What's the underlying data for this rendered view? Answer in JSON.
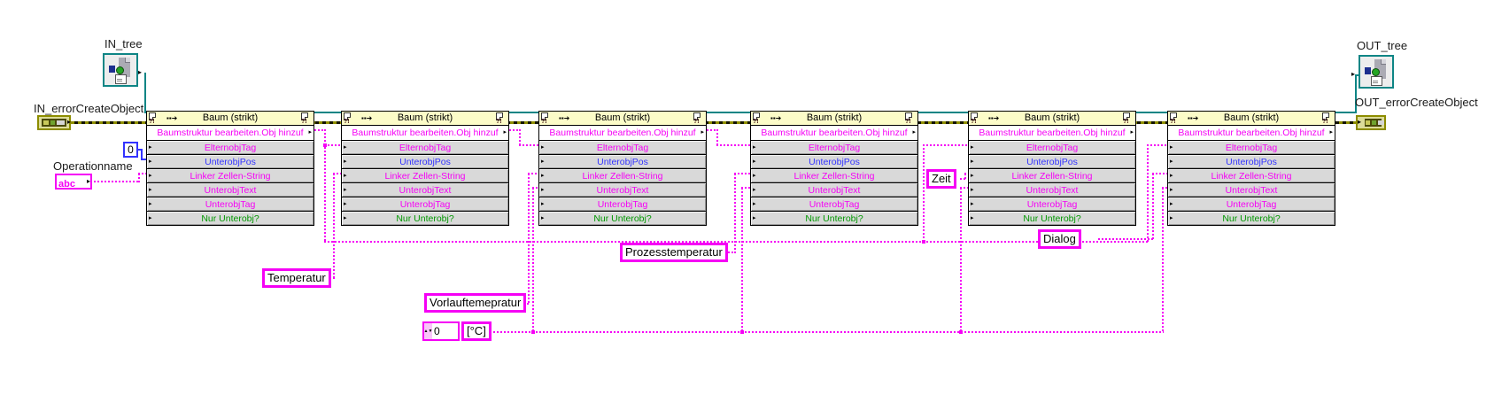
{
  "terminals": {
    "in_tree": {
      "label": "IN_tree"
    },
    "in_error": {
      "label": "IN_errorCreateObject"
    },
    "out_tree": {
      "label": "OUT_tree"
    },
    "out_error": {
      "label": "OUT_errorCreateObject"
    },
    "operation_name": {
      "label": "Operationname",
      "value": "abc"
    }
  },
  "constants": {
    "unterobj_pos_0": {
      "value": "0"
    },
    "temperatur": {
      "value": "Temperatur"
    },
    "vorlauftemepratur": {
      "value": "Vorlauftemepratur"
    },
    "unit_count": {
      "value": "0"
    },
    "unit": {
      "value": "[°C]"
    },
    "prozesstemperatur": {
      "value": "Prozesstemperatur"
    },
    "zeit": {
      "value": "Zeit"
    },
    "dialog": {
      "value": "Dialog"
    }
  },
  "invoke_nodes": [
    {
      "title": "Baum (strikt)",
      "method": "Baumstruktur bearbeiten.Obj hinzuf",
      "params": [
        {
          "label": "ElternobjTag",
          "type": "string"
        },
        {
          "label": "UnterobjPos",
          "type": "int"
        },
        {
          "label": "Linker Zellen-String",
          "type": "string"
        },
        {
          "label": "UnterobjText",
          "type": "string"
        },
        {
          "label": "UnterobjTag",
          "type": "string"
        },
        {
          "label": "Nur Unterobj?",
          "type": "bool"
        }
      ]
    },
    {
      "title": "Baum (strikt)",
      "method": "Baumstruktur bearbeiten.Obj hinzuf",
      "params": [
        {
          "label": "ElternobjTag",
          "type": "string"
        },
        {
          "label": "UnterobjPos",
          "type": "int"
        },
        {
          "label": "Linker Zellen-String",
          "type": "string"
        },
        {
          "label": "UnterobjText",
          "type": "string"
        },
        {
          "label": "UnterobjTag",
          "type": "string"
        },
        {
          "label": "Nur Unterobj?",
          "type": "bool"
        }
      ]
    },
    {
      "title": "Baum (strikt)",
      "method": "Baumstruktur bearbeiten.Obj hinzuf",
      "params": [
        {
          "label": "ElternobjTag",
          "type": "string"
        },
        {
          "label": "UnterobjPos",
          "type": "int"
        },
        {
          "label": "Linker Zellen-String",
          "type": "string"
        },
        {
          "label": "UnterobjText",
          "type": "string"
        },
        {
          "label": "UnterobjTag",
          "type": "string"
        },
        {
          "label": "Nur Unterobj?",
          "type": "bool"
        }
      ]
    },
    {
      "title": "Baum (strikt)",
      "method": "Baumstruktur bearbeiten.Obj hinzuf",
      "params": [
        {
          "label": "ElternobjTag",
          "type": "string"
        },
        {
          "label": "UnterobjPos",
          "type": "int"
        },
        {
          "label": "Linker Zellen-String",
          "type": "string"
        },
        {
          "label": "UnterobjText",
          "type": "string"
        },
        {
          "label": "UnterobjTag",
          "type": "string"
        },
        {
          "label": "Nur Unterobj?",
          "type": "bool"
        }
      ]
    },
    {
      "title": "Baum (strikt)",
      "method": "Baumstruktur bearbeiten.Obj hinzuf",
      "params": [
        {
          "label": "ElternobjTag",
          "type": "string"
        },
        {
          "label": "UnterobjPos",
          "type": "int"
        },
        {
          "label": "Linker Zellen-String",
          "type": "string"
        },
        {
          "label": "UnterobjText",
          "type": "string"
        },
        {
          "label": "UnterobjTag",
          "type": "string"
        },
        {
          "label": "Nur Unterobj?",
          "type": "bool"
        }
      ]
    },
    {
      "title": "Baum (strikt)",
      "method": "Baumstruktur bearbeiten.Obj hinzuf",
      "params": [
        {
          "label": "ElternobjTag",
          "type": "string"
        },
        {
          "label": "UnterobjPos",
          "type": "int"
        },
        {
          "label": "Linker Zellen-String",
          "type": "string"
        },
        {
          "label": "UnterobjText",
          "type": "string"
        },
        {
          "label": "UnterobjTag",
          "type": "string"
        },
        {
          "label": "Nur Unterobj?",
          "type": "bool"
        }
      ]
    }
  ],
  "palette": {
    "string_pink": "#F500F5",
    "int_blue": "#3333FF",
    "bool_green": "#009700",
    "refnum_teal": "#0E8585",
    "error_olive": "#8C8C00",
    "node_header_yellow": "#FCFCC8",
    "row_gray": "#D9D9D9"
  }
}
